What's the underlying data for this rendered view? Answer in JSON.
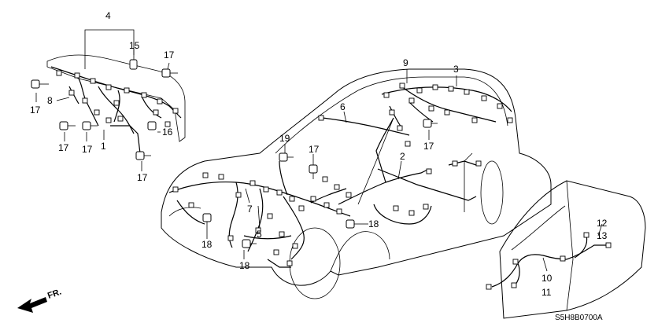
{
  "diagram_code": "S5H8B0700A",
  "direction_label": "FR.",
  "callouts": {
    "c1": "1",
    "c2": "2",
    "c3": "3",
    "c4": "4",
    "c5": "5",
    "c6": "6",
    "c7": "7",
    "c8": "8",
    "c9": "9",
    "c10": "10",
    "c11": "11",
    "c12": "12",
    "c13": "13",
    "c15": "15",
    "c16": "16",
    "c17": "17",
    "c18": "18",
    "c19": "19"
  }
}
